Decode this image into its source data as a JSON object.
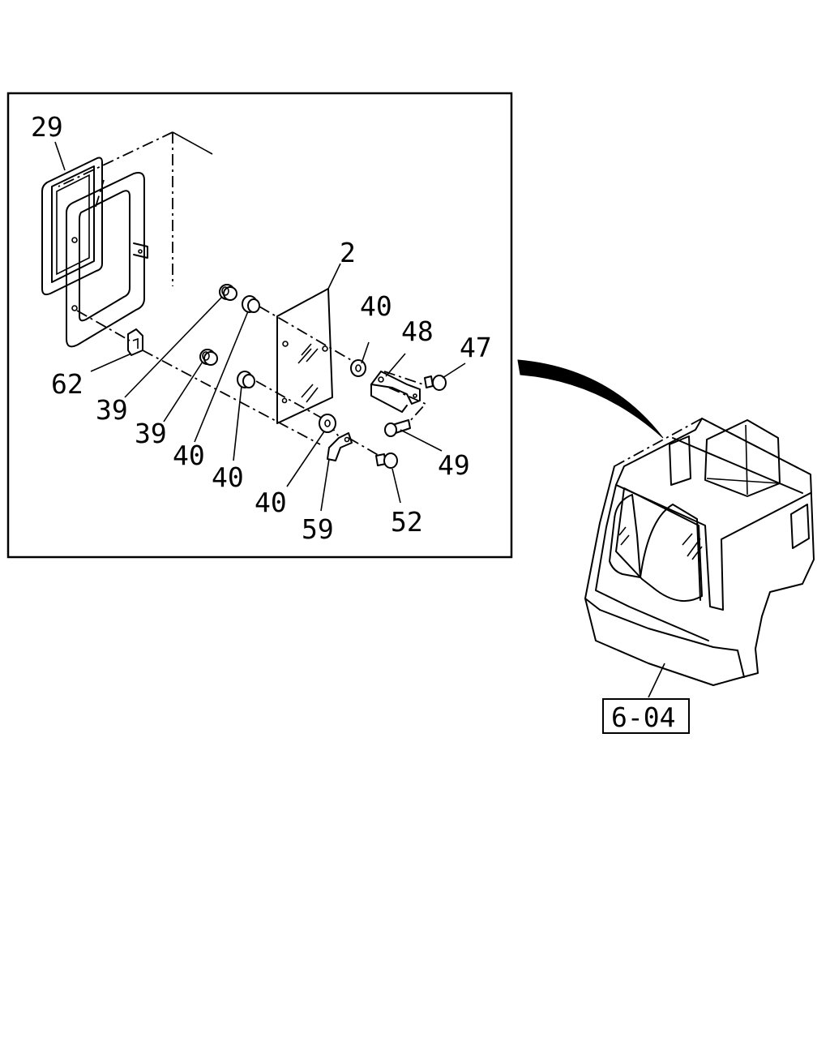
{
  "callouts": {
    "c29": "29",
    "c2": "2",
    "c40a": "40",
    "c48": "48",
    "c47": "47",
    "c62": "62",
    "c39a": "39",
    "c39b": "39",
    "c40b": "40",
    "c40c": "40",
    "c49": "49",
    "c40d": "40",
    "c59": "59",
    "c52": "52"
  },
  "reference": {
    "label": "6-04"
  }
}
